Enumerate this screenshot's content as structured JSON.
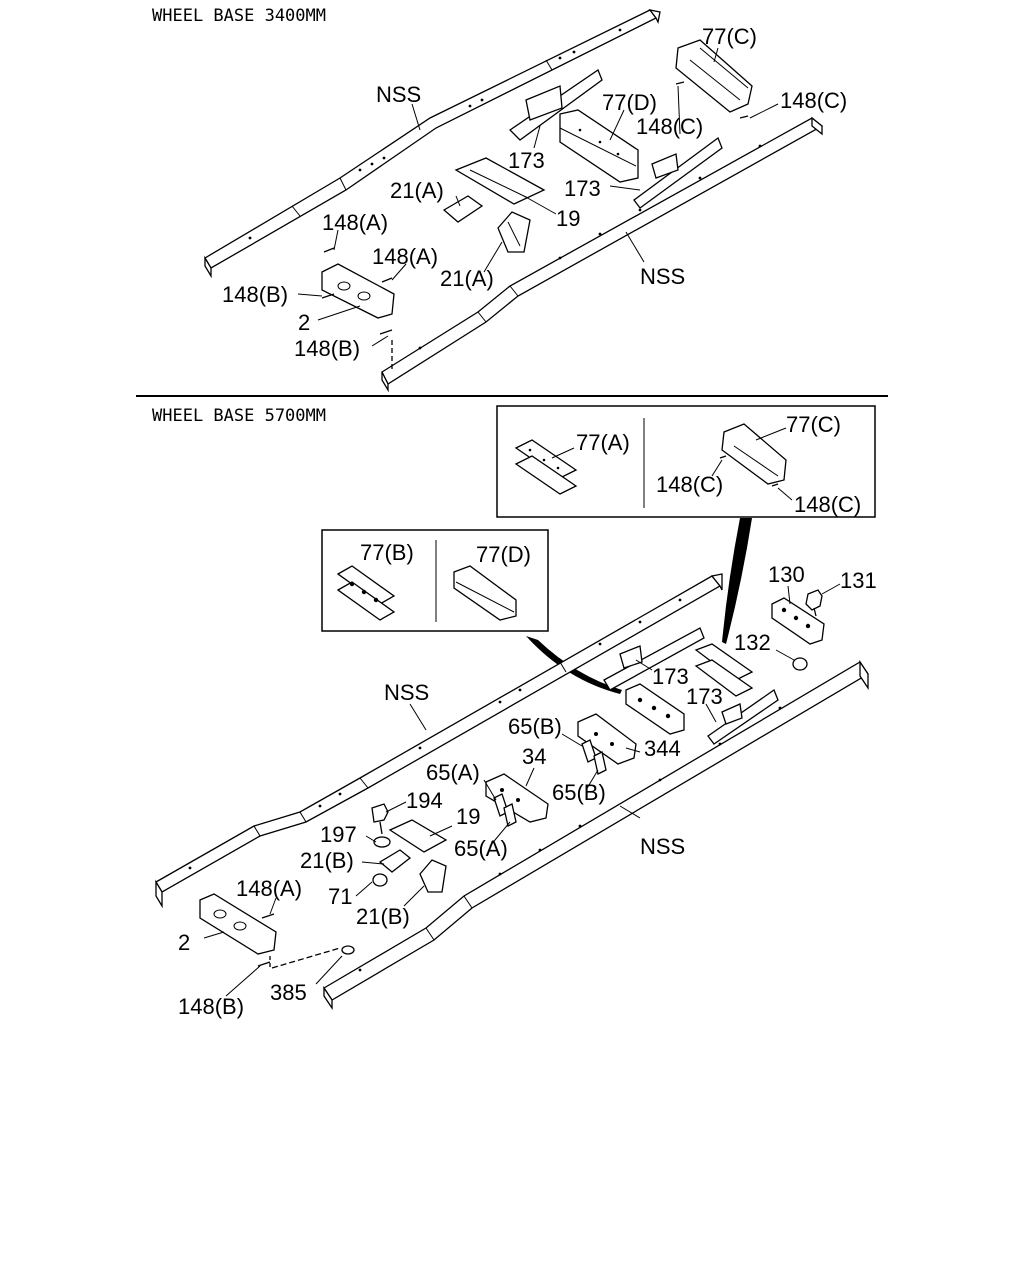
{
  "sections": {
    "top": {
      "title": "WHEEL BASE 3400MM"
    },
    "bottom": {
      "title": "WHEEL BASE 5700MM"
    }
  },
  "top_labels": [
    "NSS",
    "77(C)",
    "148(C)",
    "77(D)",
    "148(C)",
    "173",
    "173",
    "21(A)",
    "19",
    "148(A)",
    "148(A)",
    "21(A)",
    "NSS",
    "148(B)",
    "2",
    "148(B)"
  ],
  "bottom_labels": [
    "77(A)",
    "77(C)",
    "148(C)",
    "148(C)",
    "77(B)",
    "77(D)",
    "130",
    "131",
    "132",
    "NSS",
    "173",
    "173",
    "65(B)",
    "344",
    "34",
    "65(A)",
    "65(B)",
    "194",
    "19",
    "197",
    "65(A)",
    "NSS",
    "21(B)",
    "71",
    "21(B)",
    "148(A)",
    "2",
    "385",
    "148(B)"
  ]
}
